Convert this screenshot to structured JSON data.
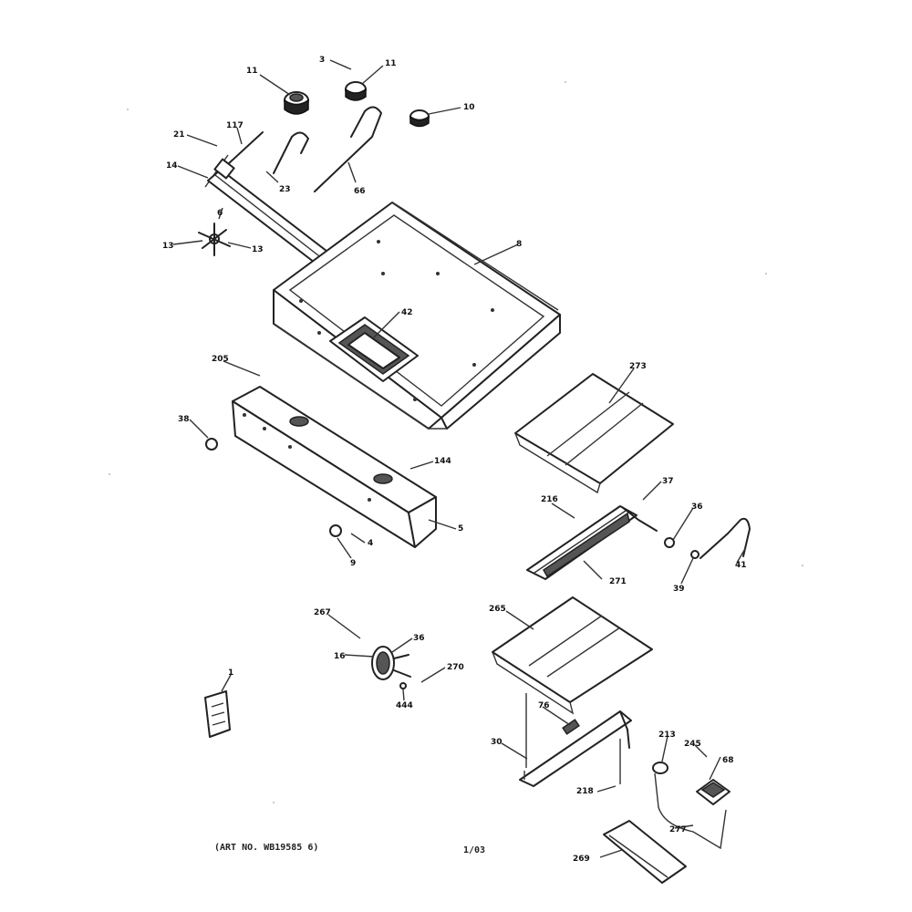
{
  "callouts": [
    {
      "id": "c11",
      "text": "11"
    },
    {
      "id": "c3",
      "text": "3"
    },
    {
      "id": "c11b",
      "text": "11"
    },
    {
      "id": "c10",
      "text": "10"
    },
    {
      "id": "c21",
      "text": "21"
    },
    {
      "id": "c117",
      "text": "117"
    },
    {
      "id": "c14",
      "text": "14"
    },
    {
      "id": "c23",
      "text": "23"
    },
    {
      "id": "c66",
      "text": "66"
    },
    {
      "id": "c6",
      "text": "6"
    },
    {
      "id": "c8",
      "text": "8"
    },
    {
      "id": "c13",
      "text": "13"
    },
    {
      "id": "c13b",
      "text": "13"
    },
    {
      "id": "c42",
      "text": "42"
    },
    {
      "id": "c205",
      "text": "205"
    },
    {
      "id": "c38",
      "text": "38"
    },
    {
      "id": "c144",
      "text": "144"
    },
    {
      "id": "c5",
      "text": "5"
    },
    {
      "id": "c4",
      "text": "4"
    },
    {
      "id": "c9",
      "text": "9"
    },
    {
      "id": "c273",
      "text": "273"
    },
    {
      "id": "c216",
      "text": "216"
    },
    {
      "id": "c37",
      "text": "37"
    },
    {
      "id": "c36",
      "text": "36"
    },
    {
      "id": "c271",
      "text": "271"
    },
    {
      "id": "c41",
      "text": "41"
    },
    {
      "id": "c39",
      "text": "39"
    },
    {
      "id": "c267",
      "text": "267"
    },
    {
      "id": "c36b",
      "text": "36"
    },
    {
      "id": "c16",
      "text": "16"
    },
    {
      "id": "c270",
      "text": "270"
    },
    {
      "id": "c444",
      "text": "444"
    },
    {
      "id": "c1",
      "text": "1"
    },
    {
      "id": "c265",
      "text": "265"
    },
    {
      "id": "c76",
      "text": "76"
    },
    {
      "id": "c30",
      "text": "30"
    },
    {
      "id": "c213",
      "text": "213"
    },
    {
      "id": "c245",
      "text": "245"
    },
    {
      "id": "c68",
      "text": "68"
    },
    {
      "id": "c218",
      "text": "218"
    },
    {
      "id": "c277",
      "text": "277"
    },
    {
      "id": "c269",
      "text": "269"
    }
  ],
  "footer": {
    "art_no": "(ART NO. WB19585 6)",
    "page": "1/03"
  }
}
